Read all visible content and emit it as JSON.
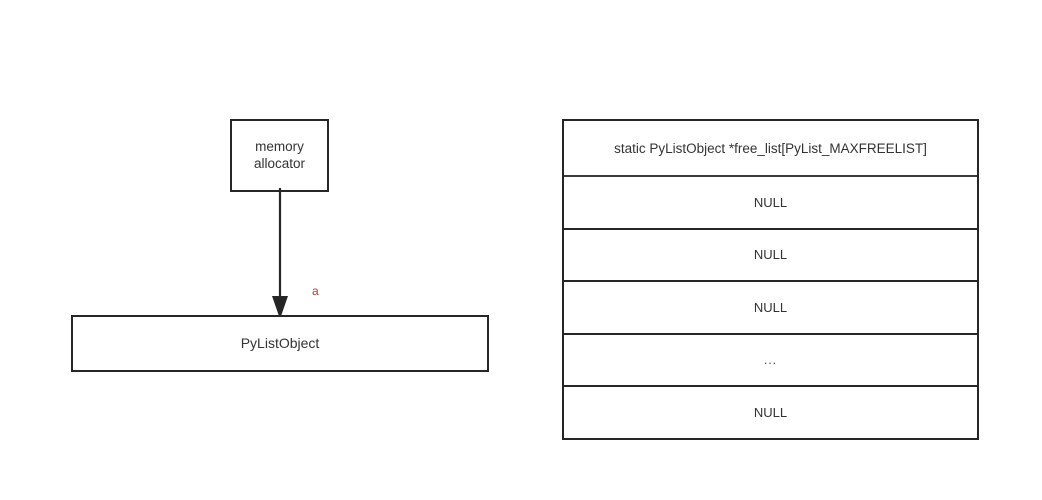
{
  "diagram": {
    "title": "CPython list free_list diagram",
    "background_color": "#ffffff",
    "stroke_color": "#262626",
    "text_color": "#333333",
    "accent_color": "#c0392b"
  },
  "nodes": {
    "allocator": {
      "label": "memory\nallocator"
    },
    "list_object": {
      "label": "PyListObject"
    }
  },
  "edges": {
    "alloc_to_list": {
      "label": "a",
      "label_color": "#c0392b",
      "direction": "down",
      "arrowhead": "solid-triangle"
    }
  },
  "freelist": {
    "header": "static PyListObject *free_list[PyList_MAXFREELIST]",
    "rows": [
      {
        "value": "NULL",
        "kind": "value"
      },
      {
        "value": "NULL",
        "kind": "value"
      },
      {
        "value": "NULL",
        "kind": "value"
      },
      {
        "value": "...",
        "kind": "ellipsis"
      },
      {
        "value": "NULL",
        "kind": "value"
      }
    ]
  }
}
